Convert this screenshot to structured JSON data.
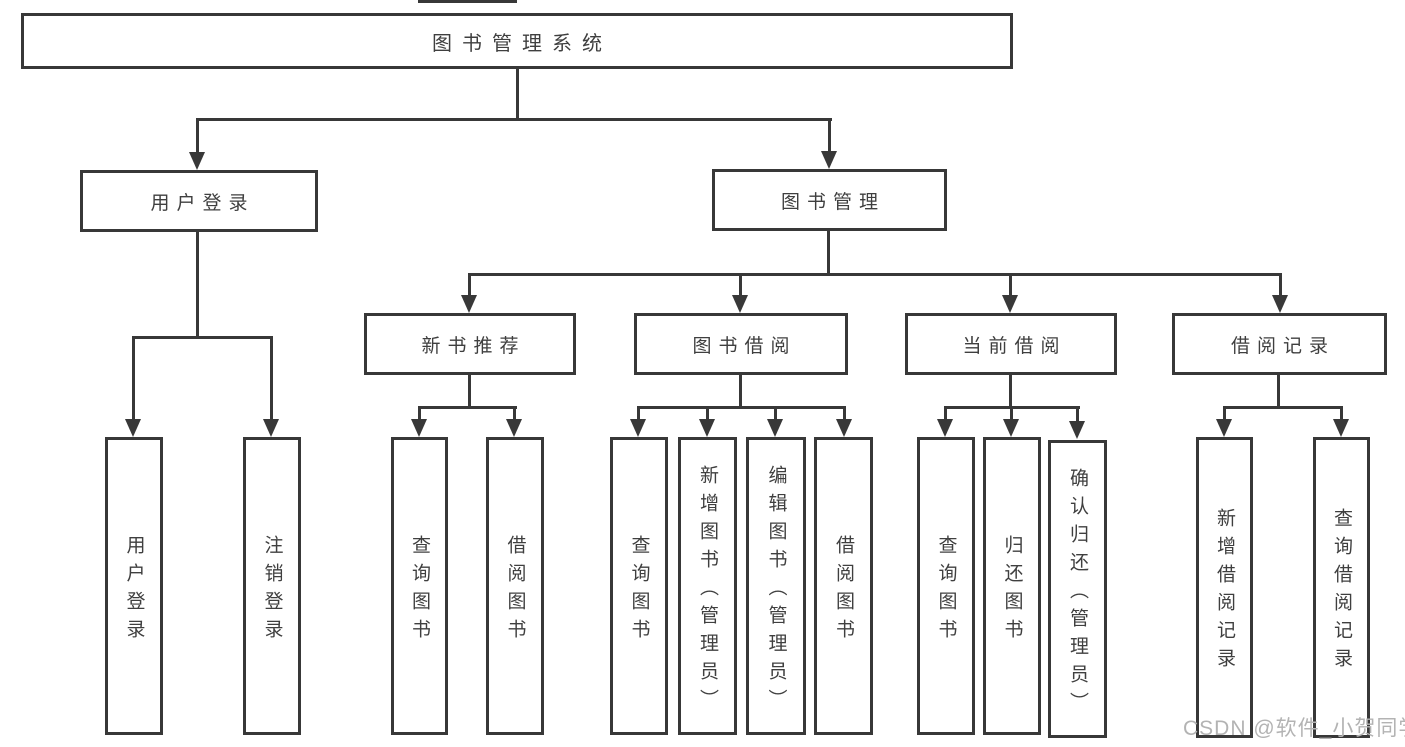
{
  "tree": {
    "root": "图书管理系统",
    "branches": [
      {
        "label": "用户登录",
        "children": [
          {
            "label": "用户登录"
          },
          {
            "label": "注销登录"
          }
        ]
      },
      {
        "label": "图书管理",
        "sections": [
          {
            "label": "新书推荐",
            "children": [
              {
                "label": "查询图书"
              },
              {
                "label": "借阅图书"
              }
            ]
          },
          {
            "label": "图书借阅",
            "children": [
              {
                "label": "查询图书"
              },
              {
                "label": "新增图书（管理员）"
              },
              {
                "label": "编辑图书（管理员）"
              },
              {
                "label": "借阅图书"
              }
            ]
          },
          {
            "label": "当前借阅",
            "children": [
              {
                "label": "查询图书"
              },
              {
                "label": "归还图书"
              },
              {
                "label": "确认归还（管理员）"
              }
            ]
          },
          {
            "label": "借阅记录",
            "children": [
              {
                "label": "新增借阅记录"
              },
              {
                "label": "查询借阅记录"
              }
            ]
          }
        ]
      }
    ]
  },
  "watermark": {
    "text": "CSDN @软件_小贺同学"
  },
  "colors": {
    "line": "#383838",
    "text": "#3f3f3f",
    "watermark": "#b3b3b3",
    "background": "#ffffff"
  }
}
